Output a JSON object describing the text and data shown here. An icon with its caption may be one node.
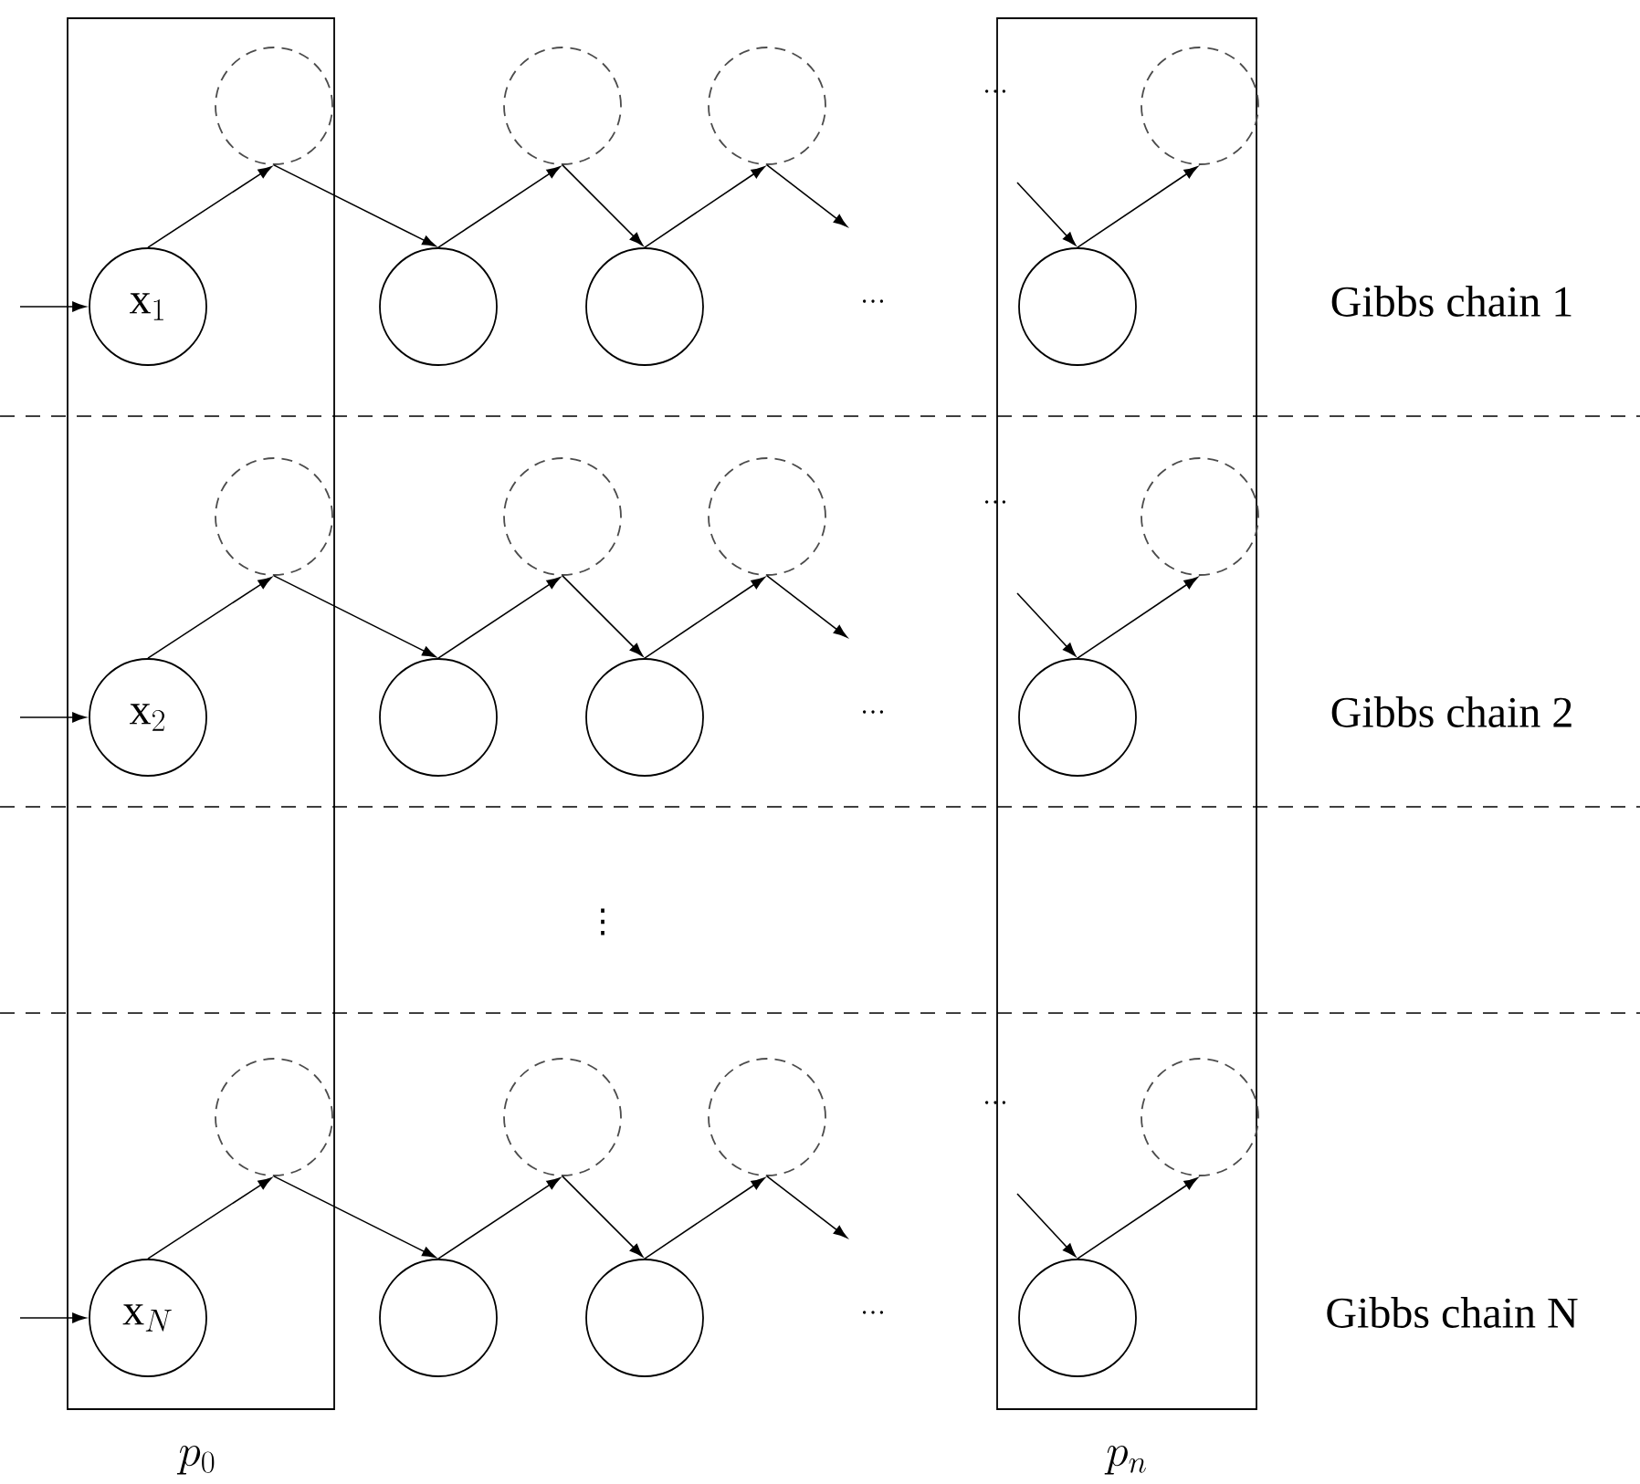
{
  "diagram": {
    "nodes": [
      {
        "text": [],
        "shape": "box",
        "beside": [
          "p_0"
        ]
      },
      {
        "text": [],
        "shape": "box",
        "beside": [
          "p_n"
        ]
      },
      {
        "text": [
          "\\mathrm{x}_1"
        ],
        "in": 0
      },
      {
        "text": [],
        "shape": "circle",
        "in": 0
      },
      {
        "text": [],
        "shape": "circle"
      },
      {
        "text": [],
        "shape": "circle"
      },
      {
        "text": [],
        "shape": "circle"
      },
      {
        "text": [],
        "shape": "circle"
      },
      {
        "text": [],
        "shape": "circle",
        "in": 1
      },
      {
        "text": [],
        "shape": "circle",
        "in": 1
      },
      {
        "text": [
          "\\mathrm{x}_2"
        ],
        "in": 0
      },
      {
        "text": [],
        "shape": "circle",
        "in": 0
      },
      {
        "text": [],
        "shape": "circle"
      },
      {
        "text": [],
        "shape": "circle"
      },
      {
        "text": [],
        "shape": "circle"
      },
      {
        "text": [],
        "shape": "circle"
      },
      {
        "text": [],
        "shape": "circle",
        "in": 1
      },
      {
        "text": [],
        "shape": "circle",
        "in": 1
      },
      {
        "text": [
          "\\mathrm{x}_N"
        ],
        "in": 0
      },
      {
        "text": [],
        "shape": "circle",
        "in": 0
      },
      {
        "text": [],
        "shape": "circle"
      },
      {
        "text": [],
        "shape": "circle"
      },
      {
        "text": [],
        "shape": "circle"
      },
      {
        "text": [],
        "shape": "circle"
      },
      {
        "text": [],
        "shape": "circle",
        "in": 1
      },
      {
        "text": [],
        "shape": "circle",
        "in": 1
      }
    ],
    "edges": [
      {
        "from": null,
        "to": 2,
        "arrow": "to"
      },
      {
        "from": 2,
        "to": 3,
        "arrow": "to"
      },
      {
        "from": 3,
        "to": 4,
        "arrow": "to"
      },
      {
        "from": 4,
        "to": 5,
        "arrow": "to"
      },
      {
        "from": 5,
        "to": 6,
        "arrow": "to"
      },
      {
        "from": 6,
        "to": 7,
        "arrow": "to"
      },
      {
        "from": 7,
        "to": null,
        "arrow": "to"
      },
      {
        "from": null,
        "to": 8,
        "arrow": "to"
      },
      {
        "from": 8,
        "to": 9,
        "arrow": "to"
      },
      {
        "from": null,
        "to": 10,
        "arrow": "to"
      },
      {
        "from": 10,
        "to": 11,
        "arrow": "to"
      },
      {
        "from": 11,
        "to": 12,
        "arrow": "to"
      },
      {
        "from": 12,
        "to": 13,
        "arrow": "to"
      },
      {
        "from": 13,
        "to": 14,
        "arrow": "to"
      },
      {
        "from": 14,
        "to": 15,
        "arrow": "to"
      },
      {
        "from": 15,
        "to": null,
        "arrow": "to"
      },
      {
        "from": null,
        "to": 16,
        "arrow": "to"
      },
      {
        "from": 16,
        "to": 17,
        "arrow": "to"
      },
      {
        "from": null,
        "to": 18,
        "arrow": "to"
      },
      {
        "from": 18,
        "to": 19,
        "arrow": "to"
      },
      {
        "from": 19,
        "to": 20,
        "arrow": "to"
      },
      {
        "from": 20,
        "to": 21,
        "arrow": "to"
      },
      {
        "from": 21,
        "to": 22,
        "arrow": "to"
      },
      {
        "from": 22,
        "to": 23,
        "arrow": "to"
      },
      {
        "from": 23,
        "to": null,
        "arrow": "to"
      },
      {
        "from": null,
        "to": 24,
        "arrow": "to"
      },
      {
        "from": 24,
        "to": 25,
        "arrow": "to"
      }
    ],
    "labels": [
      "…",
      "…",
      "Gibbs chain 1",
      "…",
      "…",
      "Gibbs chain 2",
      "⋮",
      "…",
      "…",
      "Gibbs chain N"
    ]
  }
}
